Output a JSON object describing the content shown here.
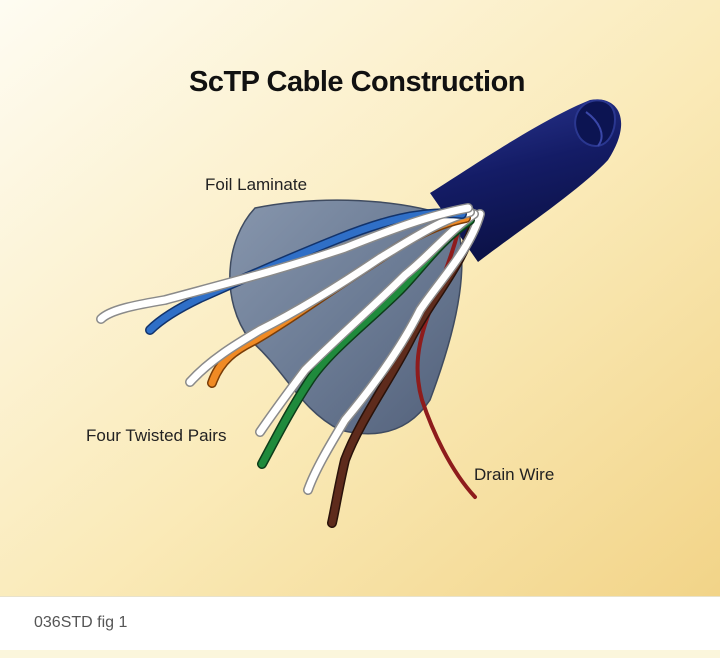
{
  "title": "ScTP Cable Construction",
  "labels": {
    "foil": "Foil Laminate",
    "pairs": "Four Twisted Pairs",
    "drain": "Drain Wire"
  },
  "caption": "036STD fig 1",
  "colors": {
    "background_light": "#fdf8e4",
    "background_dark": "#f3d88e",
    "jacket": "#16206e",
    "foil": "#6b7c95",
    "blue_pair": "#2f6fc7",
    "orange_pair": "#f08a24",
    "green_pair": "#1f8a3c",
    "brown_pair": "#5e2b1c",
    "drain_wire": "#8e1c1c",
    "white_wire": "#ffffff"
  }
}
